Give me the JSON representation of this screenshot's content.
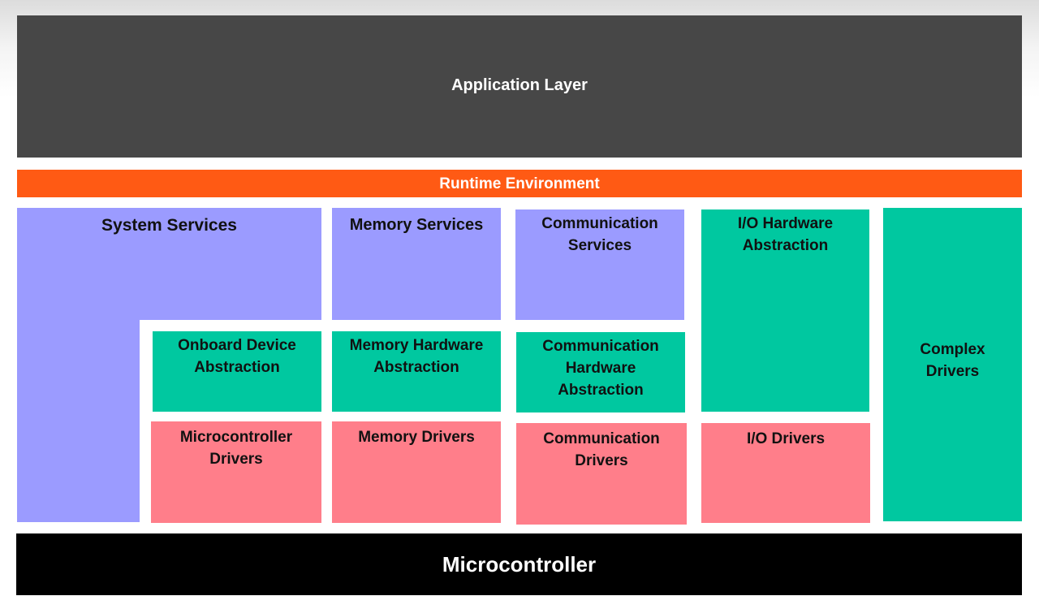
{
  "layers": {
    "application": "Application Layer",
    "runtime": "Runtime Environment",
    "microcontroller": "Microcontroller"
  },
  "services": {
    "system": "System Services",
    "memory": "Memory Services",
    "communication": "Communication\nServices"
  },
  "abstraction": {
    "io_hardware": "I/O Hardware\nAbstraction",
    "onboard_device": "Onboard Device\nAbstraction",
    "memory_hardware": "Memory Hardware\nAbstraction",
    "communication_hardware": "Communication\nHardware\nAbstraction"
  },
  "drivers": {
    "microcontroller": "Microcontroller\nDrivers",
    "memory": "Memory Drivers",
    "communication": "Communication\nDrivers",
    "io": "I/O Drivers",
    "complex": "Complex\nDrivers"
  },
  "colors": {
    "application_layer": "#474747",
    "runtime_environment": "#ff5a14",
    "services": "#9b9bff",
    "abstraction": "#00c8a0",
    "drivers": "#ff7e8a",
    "microcontroller": "#000000"
  }
}
